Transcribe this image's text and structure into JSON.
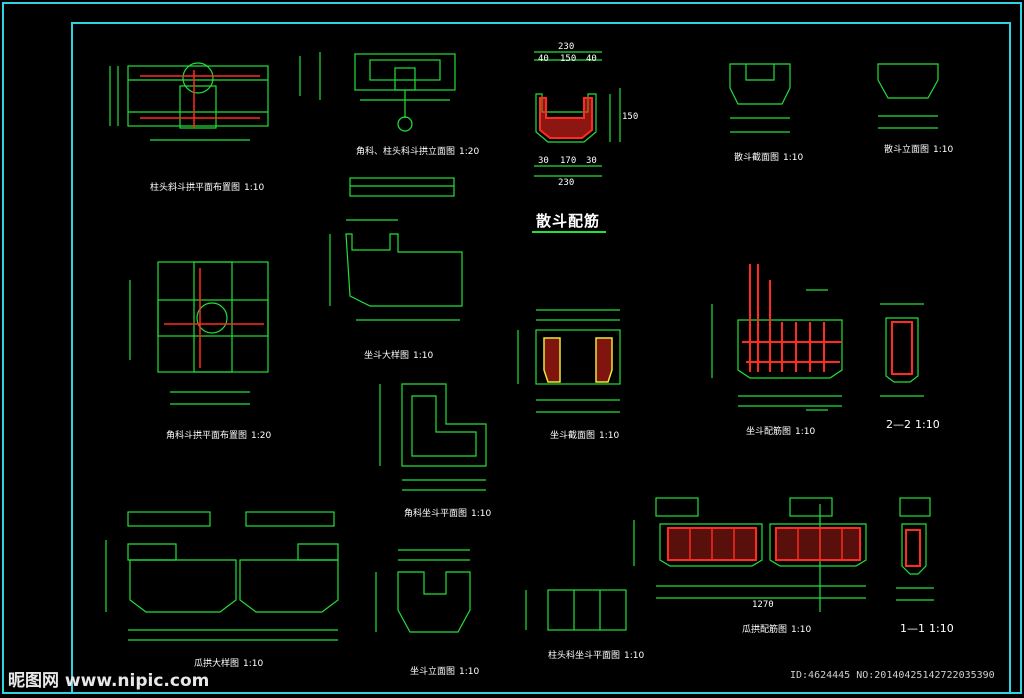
{
  "colors": {
    "border": "#2fd3e0",
    "line": "#22e03a",
    "rebar": "#ff2a20",
    "text": "#ffffff",
    "accent": "#e8e83a"
  },
  "title_section": {
    "text": "散斗配筋"
  },
  "drawings": [
    {
      "id": "d1",
      "title": "柱头斜斗拱平面布置图",
      "scale": "1:10"
    },
    {
      "id": "d2",
      "title": "角科、柱头科斗拱立面图",
      "scale": "1:20"
    },
    {
      "id": "d3",
      "title": "散斗截面图",
      "scale": "1:10"
    },
    {
      "id": "d4",
      "title": "散斗立面图",
      "scale": "1:10"
    },
    {
      "id": "d5",
      "title": "角科斗拱平面布置图",
      "scale": "1:20"
    },
    {
      "id": "d6",
      "title": "坐斗大样图",
      "scale": "1:10"
    },
    {
      "id": "d7",
      "title": "坐斗截面图",
      "scale": "1:10"
    },
    {
      "id": "d8",
      "title": "坐斗配筋图",
      "scale": "1:10"
    },
    {
      "id": "d9",
      "title": "2—2",
      "scale": "1:10"
    },
    {
      "id": "d10",
      "title": "角科坐斗平面图",
      "scale": "1:10"
    },
    {
      "id": "d11",
      "title": "瓜拱大样图",
      "scale": "1:10"
    },
    {
      "id": "d12",
      "title": "坐斗立面图",
      "scale": "1:10"
    },
    {
      "id": "d13",
      "title": "柱头科坐斗平面图",
      "scale": "1:10"
    },
    {
      "id": "d14",
      "title": "瓜拱配筋图",
      "scale": "1:10"
    },
    {
      "id": "d15",
      "title": "1—1",
      "scale": "1:10"
    }
  ],
  "dimensions": {
    "top_230": "230",
    "d3_top": [
      "40",
      "150",
      "40"
    ],
    "d3_bottom": [
      "30",
      "170",
      "30"
    ],
    "d3_bottom_total": "230",
    "d3_right": "150",
    "d14_total": "1270"
  },
  "watermark": {
    "site": "昵图网 www.nipic.com",
    "id": "ID:4624445 NO:20140425142722035390"
  }
}
